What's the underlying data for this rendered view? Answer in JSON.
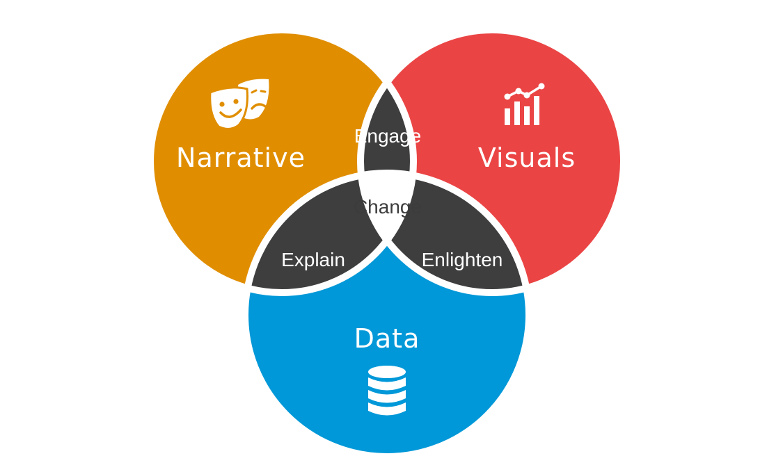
{
  "diagram": {
    "circles": {
      "narrative": {
        "label": "Narrative",
        "color": "#e08e00",
        "icon": "theater-masks-icon"
      },
      "visuals": {
        "label": "Visuals",
        "color": "#eb4444",
        "icon": "bar-chart-icon"
      },
      "data": {
        "label": "Data",
        "color": "#0098d8",
        "icon": "database-icon"
      }
    },
    "overlaps": {
      "narrative_visuals": "Engage",
      "narrative_data": "Explain",
      "visuals_data": "Enlighten",
      "center": "Change"
    },
    "overlap_color": "#3e3e3e",
    "center_color": "#ffffff"
  }
}
